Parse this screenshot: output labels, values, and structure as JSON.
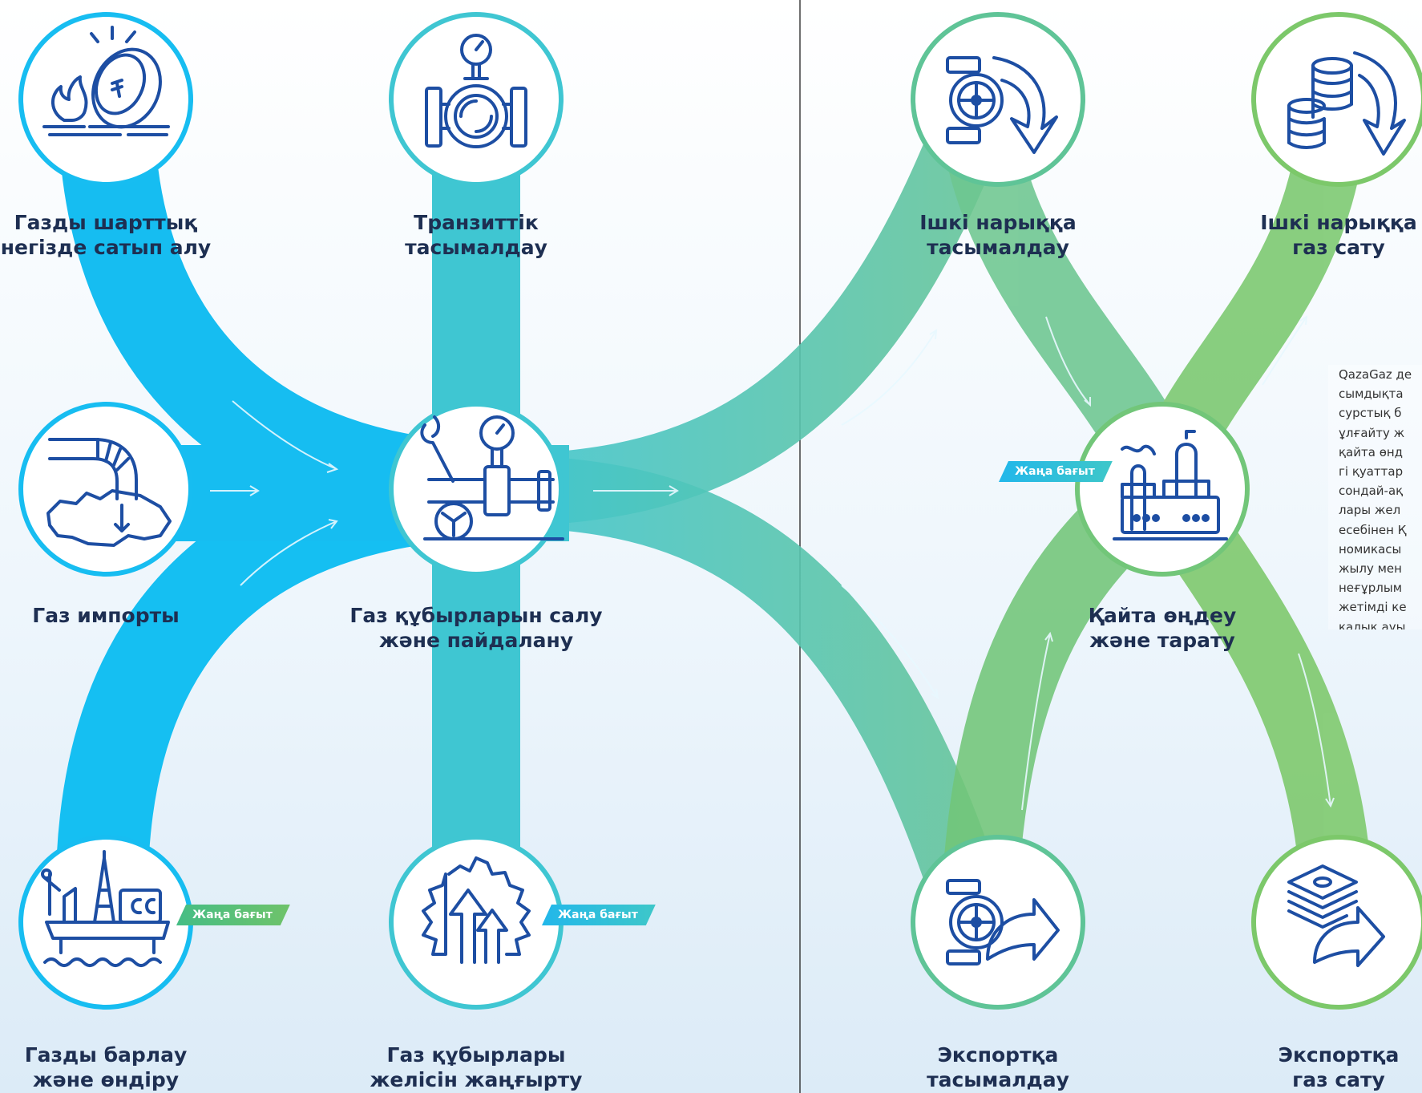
{
  "nodes": [
    {
      "id": "purchase",
      "label": [
        "Газды шарттық",
        "негізде сатып алу"
      ],
      "icon": "coin-flame-icon"
    },
    {
      "id": "transit",
      "label": [
        "Транзиттік",
        "тасымалдау"
      ],
      "icon": "pipe-valve-gauge-icon"
    },
    {
      "id": "import",
      "label": [
        "Газ импорты"
      ],
      "icon": "pipe-map-icon"
    },
    {
      "id": "build",
      "label": [
        "Газ құбырларын салу",
        "және пайдалану"
      ],
      "icon": "wrench-valve-icon"
    },
    {
      "id": "explore",
      "label": [
        "Газды барлау",
        "және өндіру"
      ],
      "icon": "offshore-platform-icon",
      "badge": "Жаңа бағыт"
    },
    {
      "id": "modernize",
      "label": [
        "Газ құбырлары",
        "желісін жаңғырту"
      ],
      "icon": "gear-arrows-icon",
      "badge": "Жаңа бағыт"
    },
    {
      "id": "domestic_transport",
      "label": [
        "Ішкі нарыққа",
        "тасымалдау"
      ],
      "icon": "valve-arrow-down-icon"
    },
    {
      "id": "domestic_sale",
      "label": [
        "Ішкі нарыққа",
        "газ сату"
      ],
      "icon": "coins-arrow-down-icon"
    },
    {
      "id": "processing",
      "label": [
        "Қайта өңдеу",
        "және тарату"
      ],
      "icon": "processing-plant-icon",
      "badge": "Жаңа бағыт"
    },
    {
      "id": "export_transport",
      "label": [
        "Экспортқа",
        "тасымалдау"
      ],
      "icon": "valve-arrow-right-icon"
    },
    {
      "id": "export_sale",
      "label": [
        "Экспортқа",
        "газ сату"
      ],
      "icon": "money-arrow-right-icon"
    }
  ],
  "info_text": "QazaGaz де\nсымдықта\nсурстық б\nұлғайту ж\nқайта өнд\nгі қуаттар\nсондай-ақ\nлары жел\nесебінен Қ\nномикасы\nжылу мен\nнеғұрлым\nжетімді ке\nқалық ауы\nдесу боль",
  "colors": {
    "blue": "#17bdf1",
    "teal": "#3fc6d2",
    "green": "#6dc57c",
    "light_green": "#7dc872",
    "icon_stroke": "#1d4ea3",
    "label_text": "#1e2f52",
    "divider": "#222222"
  }
}
